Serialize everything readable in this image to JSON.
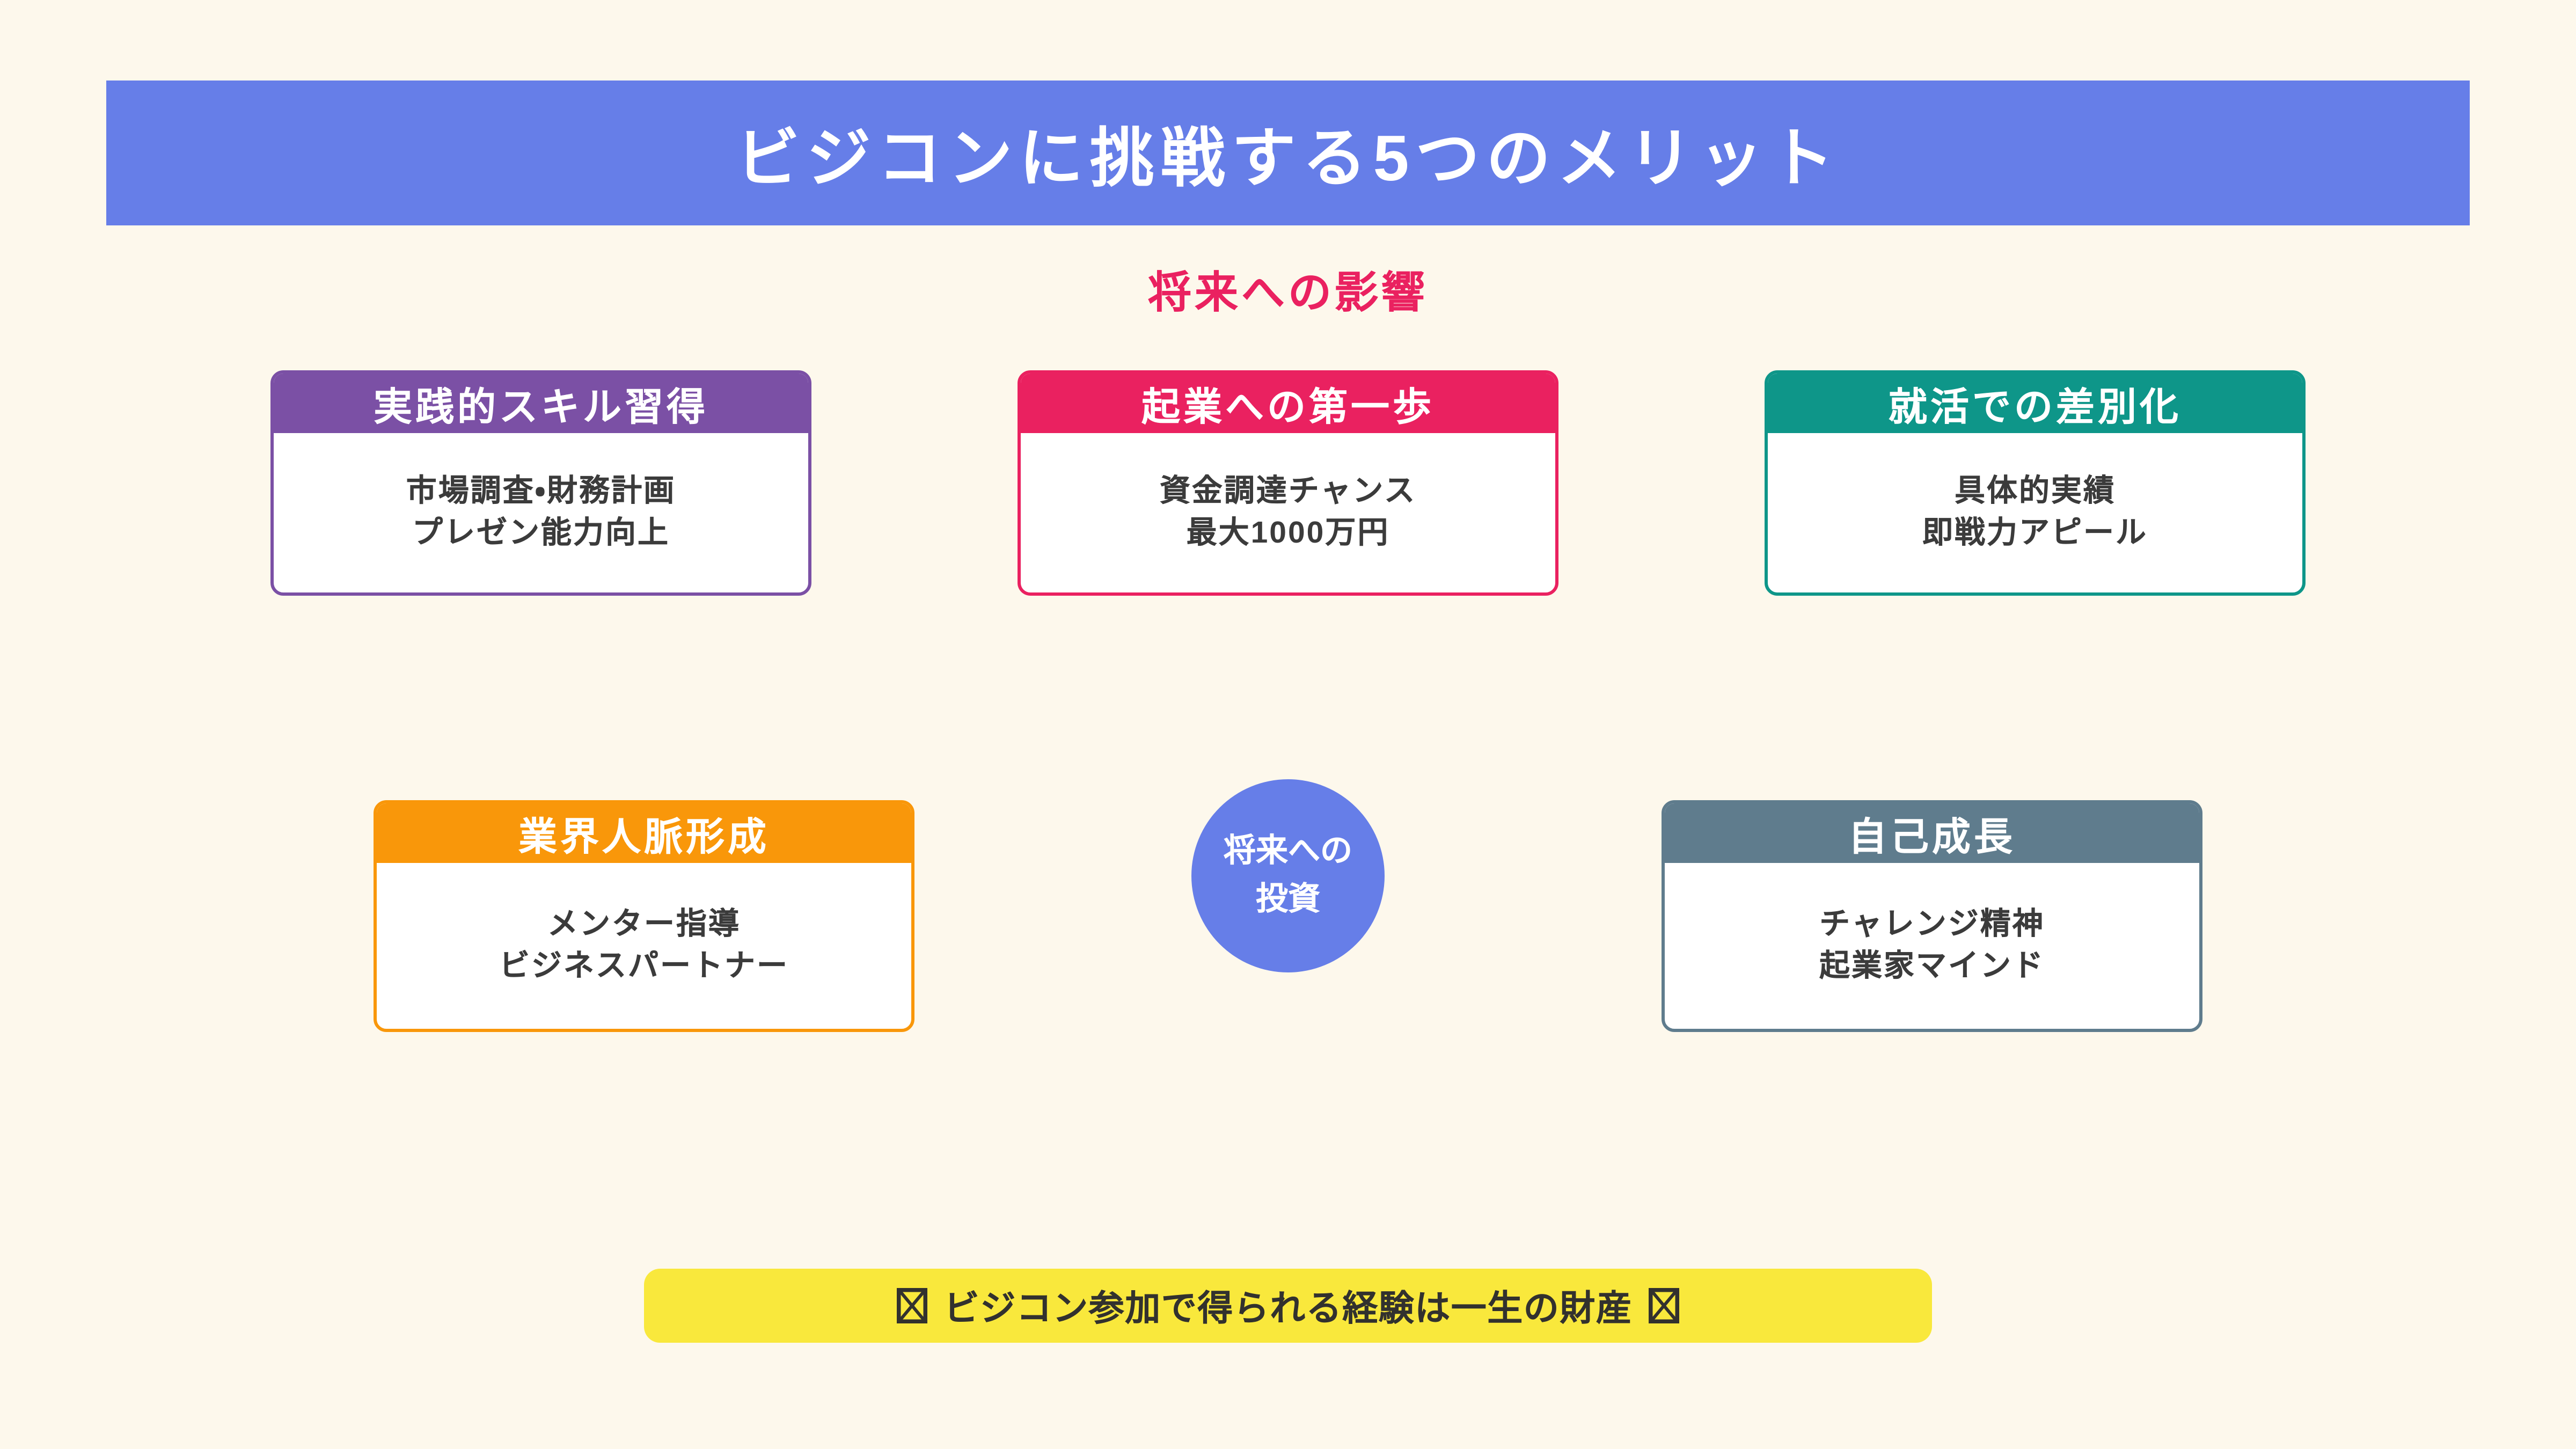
{
  "title": "ビジコンに挑戦する5つのメリット",
  "subtitle": "将来への影響",
  "center_circle": {
    "line1": "将来への",
    "line2": "投資",
    "color": "#667EE8"
  },
  "cards": [
    {
      "title": "実践的スキル習得",
      "line1": "市場調査・財務計画",
      "line2": "プレゼン能力向上",
      "color": "#7B50A5"
    },
    {
      "title": "起業への第一歩",
      "line1": "資金調達チャンス",
      "line2": "最大1000万円",
      "color": "#EA2160"
    },
    {
      "title": "就活での差別化",
      "line1": "具体的実績",
      "line2": "即戦力アピール",
      "color": "#0E9689"
    },
    {
      "title": "業界人脈形成",
      "line1": "メンター指導",
      "line2": "ビジネスパートナー",
      "color": "#F9970A"
    },
    {
      "title": "自己成長",
      "line1": "チャレンジ精神",
      "line2": "起業家マインド",
      "color": "#5F7C8D"
    }
  ],
  "footer": {
    "text": "ビジコン参加で得られる経験は一生の財産",
    "missing_glyph": "tofu-box-with-x",
    "bg": "#F9E83C",
    "text_color": "#32312E"
  },
  "colors": {
    "background": "#FDF8EC",
    "banner_bg": "#667EE8",
    "banner_text": "#FFFFFF",
    "subtitle_text": "#EA2160",
    "body_text": "#3B3B3B"
  }
}
